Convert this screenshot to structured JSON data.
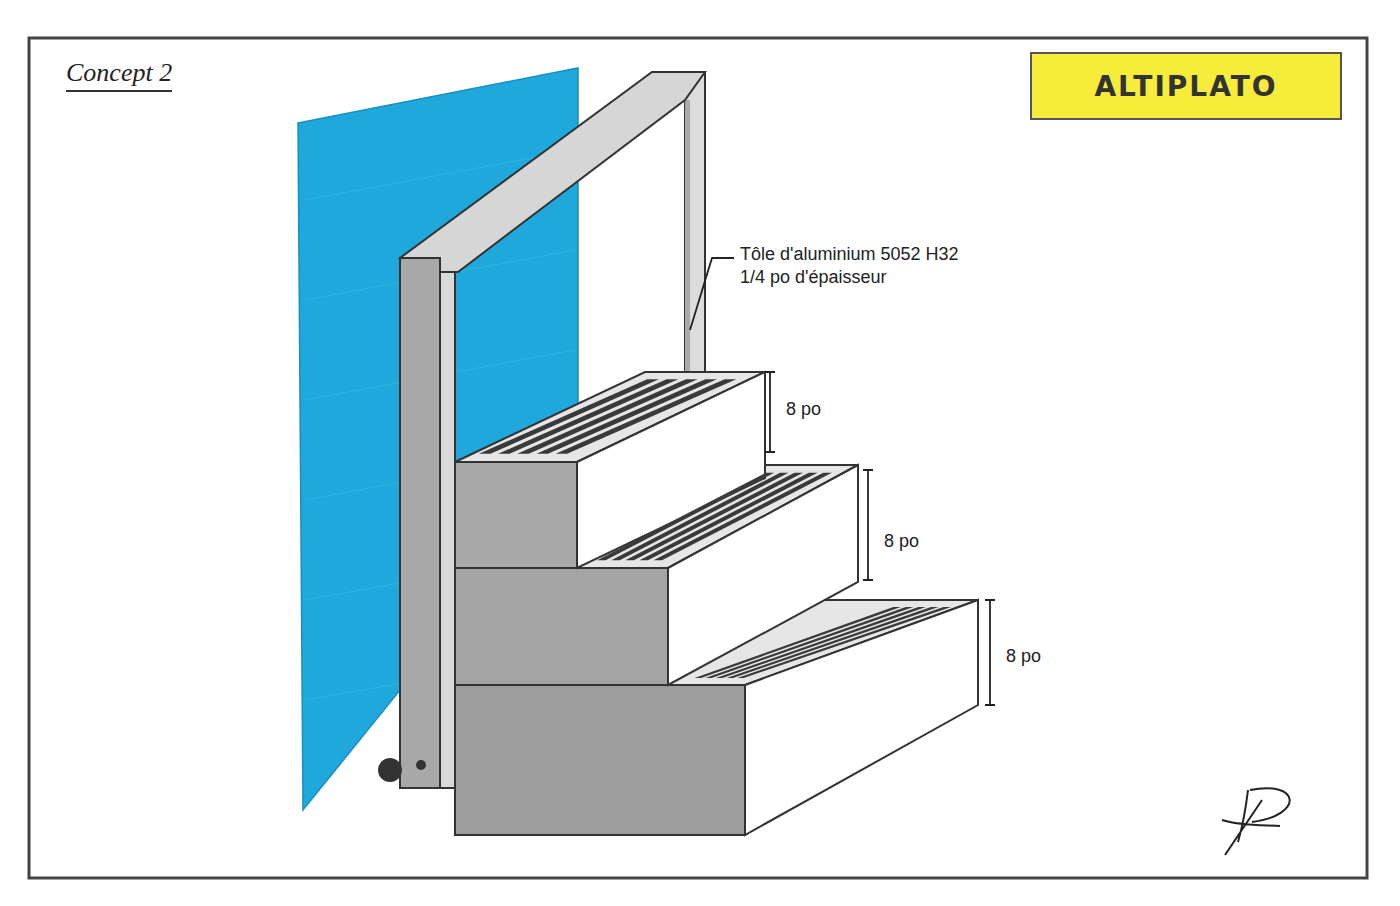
{
  "diagram": {
    "title": "Concept 2",
    "nodes": [
      {
        "text": [
          "ALTIPLATO"
        ]
      }
    ],
    "labels": [
      "Tôle d'aluminium 5052 H32 1/4 po d'épaisseur",
      "8 po",
      "8 po",
      "8 po"
    ]
  }
}
